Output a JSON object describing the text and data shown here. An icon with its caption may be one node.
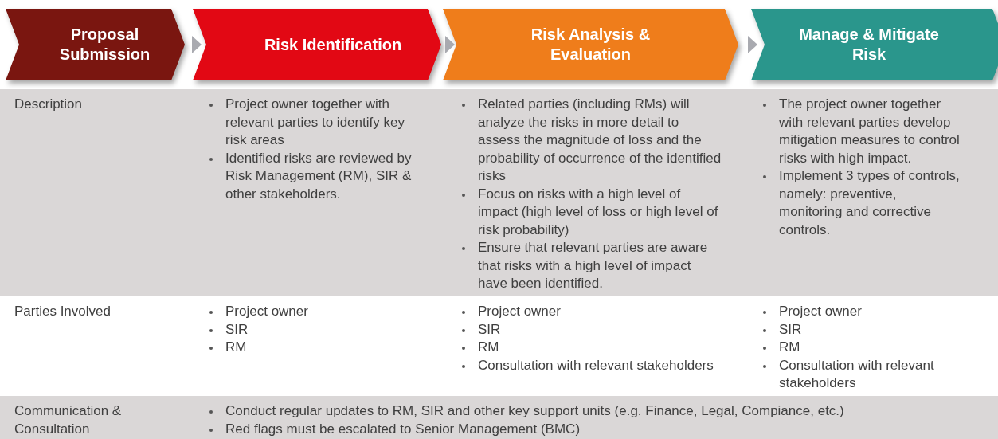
{
  "diagram": {
    "nodes": [
      {
        "text": [
          "Proposal Submission"
        ]
      },
      {
        "text": [
          "Risk Identification"
        ]
      },
      {
        "text": [
          "Risk Analysis & Evaluation"
        ]
      },
      {
        "text": [
          "Manage & Mitigate Risk"
        ]
      }
    ],
    "edges": [
      {
        "from": 0,
        "to": 1,
        "arrow": "to"
      },
      {
        "from": 1,
        "to": 2,
        "arrow": "to"
      },
      {
        "from": 2,
        "to": 3,
        "arrow": "to"
      }
    ],
    "labels": [
      "Description",
      "Project owner together with relevant parties to identify key risk areas",
      "Identified risks are reviewed by Risk Management (RM), SIR & other stakeholders.",
      "Related parties (including RMs) will analyze the risks in more detail to assess the magnitude of loss and the probability of occurrence of the identified risks",
      "Focus on risks with a high level of impact (high level of loss or high level of risk probability)",
      "Ensure that relevant parties are aware that risks with a high level of impact have been identified.",
      "The project owner together with relevant parties develop mitigation measures to control risks with high impact.",
      "Implement 3 types of controls, namely: preventive, monitoring and corrective controls.",
      "Parties Involved",
      "Project owner",
      "SIR",
      "RM",
      "Project owner",
      "SIR",
      "RM",
      "Consultation with relevant stakeholders",
      "Project owner",
      "SIR",
      "RM",
      "Consultation with relevant stakeholders",
      "Communication & Consultation",
      "Conduct regular updates to RM, SIR and other key support units (e.g. Finance, Legal, Compiance, etc.)",
      "Red flags must be escalated to Senior Management (BMC)"
    ]
  }
}
